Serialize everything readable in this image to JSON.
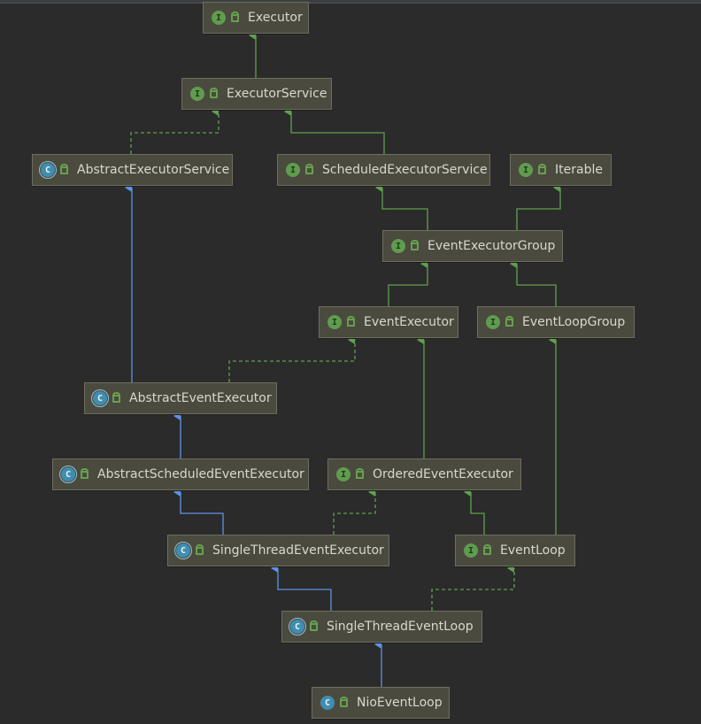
{
  "diagram": {
    "nodes": [
      {
        "id": "executor",
        "label": "Executor",
        "kind": "interface",
        "kind_icon": "interface-icon",
        "lock_icon": "public-access-icon"
      },
      {
        "id": "executor-service",
        "label": "ExecutorService",
        "kind": "interface",
        "kind_icon": "interface-icon",
        "lock_icon": "public-access-icon"
      },
      {
        "id": "abstract-executor-service",
        "label": "AbstractExecutorService",
        "kind": "abstract-class",
        "kind_icon": "abstract-class-icon",
        "lock_icon": "public-access-icon"
      },
      {
        "id": "scheduled-executor-service",
        "label": "ScheduledExecutorService",
        "kind": "interface",
        "kind_icon": "interface-icon",
        "lock_icon": "public-access-icon"
      },
      {
        "id": "iterable",
        "label": "Iterable",
        "kind": "interface",
        "kind_icon": "interface-icon",
        "lock_icon": "public-access-icon"
      },
      {
        "id": "event-executor-group",
        "label": "EventExecutorGroup",
        "kind": "interface",
        "kind_icon": "interface-icon",
        "lock_icon": "public-access-icon"
      },
      {
        "id": "event-executor",
        "label": "EventExecutor",
        "kind": "interface",
        "kind_icon": "interface-icon",
        "lock_icon": "public-access-icon"
      },
      {
        "id": "event-loop-group",
        "label": "EventLoopGroup",
        "kind": "interface",
        "kind_icon": "interface-icon",
        "lock_icon": "public-access-icon"
      },
      {
        "id": "abstract-event-executor",
        "label": "AbstractEventExecutor",
        "kind": "abstract-class",
        "kind_icon": "abstract-class-icon",
        "lock_icon": "public-access-icon"
      },
      {
        "id": "abstract-scheduled-event-executor",
        "label": "AbstractScheduledEventExecutor",
        "kind": "abstract-class",
        "kind_icon": "abstract-class-icon",
        "lock_icon": "public-access-icon"
      },
      {
        "id": "ordered-event-executor",
        "label": "OrderedEventExecutor",
        "kind": "interface",
        "kind_icon": "interface-icon",
        "lock_icon": "public-access-icon"
      },
      {
        "id": "single-thread-event-executor",
        "label": "SingleThreadEventExecutor",
        "kind": "abstract-class",
        "kind_icon": "abstract-class-icon",
        "lock_icon": "public-access-icon"
      },
      {
        "id": "event-loop",
        "label": "EventLoop",
        "kind": "interface",
        "kind_icon": "interface-icon",
        "lock_icon": "public-access-icon"
      },
      {
        "id": "single-thread-event-loop",
        "label": "SingleThreadEventLoop",
        "kind": "abstract-class",
        "kind_icon": "abstract-class-icon",
        "lock_icon": "public-access-icon"
      },
      {
        "id": "nio-event-loop",
        "label": "NioEventLoop",
        "kind": "class",
        "kind_icon": "class-icon",
        "lock_icon": "public-access-icon"
      }
    ],
    "edges": [
      {
        "from": "executor-service",
        "to": "executor",
        "relation": "extends"
      },
      {
        "from": "abstract-executor-service",
        "to": "executor-service",
        "relation": "implements"
      },
      {
        "from": "scheduled-executor-service",
        "to": "executor-service",
        "relation": "extends"
      },
      {
        "from": "event-executor-group",
        "to": "scheduled-executor-service",
        "relation": "extends"
      },
      {
        "from": "event-executor-group",
        "to": "iterable",
        "relation": "extends"
      },
      {
        "from": "event-executor",
        "to": "event-executor-group",
        "relation": "extends"
      },
      {
        "from": "event-loop-group",
        "to": "event-executor-group",
        "relation": "extends"
      },
      {
        "from": "abstract-event-executor",
        "to": "abstract-executor-service",
        "relation": "class-extends"
      },
      {
        "from": "abstract-event-executor",
        "to": "event-executor",
        "relation": "implements"
      },
      {
        "from": "abstract-scheduled-event-executor",
        "to": "abstract-event-executor",
        "relation": "class-extends"
      },
      {
        "from": "ordered-event-executor",
        "to": "event-executor",
        "relation": "extends"
      },
      {
        "from": "single-thread-event-executor",
        "to": "abstract-scheduled-event-executor",
        "relation": "class-extends"
      },
      {
        "from": "single-thread-event-executor",
        "to": "ordered-event-executor",
        "relation": "implements"
      },
      {
        "from": "event-loop",
        "to": "ordered-event-executor",
        "relation": "extends"
      },
      {
        "from": "event-loop",
        "to": "event-loop-group",
        "relation": "extends"
      },
      {
        "from": "single-thread-event-loop",
        "to": "single-thread-event-executor",
        "relation": "class-extends"
      },
      {
        "from": "single-thread-event-loop",
        "to": "event-loop",
        "relation": "implements"
      },
      {
        "from": "nio-event-loop",
        "to": "single-thread-event-loop",
        "relation": "class-extends"
      }
    ],
    "colors": {
      "background": "#2b2b2b",
      "node_fill": "#4b4a3f",
      "node_border": "#6e6d5e",
      "node_text": "#d8d8d0",
      "interface_edge": "#5fa04e",
      "class_edge": "#5b93e6",
      "interface_icon": "#5f9c4f",
      "class_icon": "#3f8eb1"
    }
  }
}
